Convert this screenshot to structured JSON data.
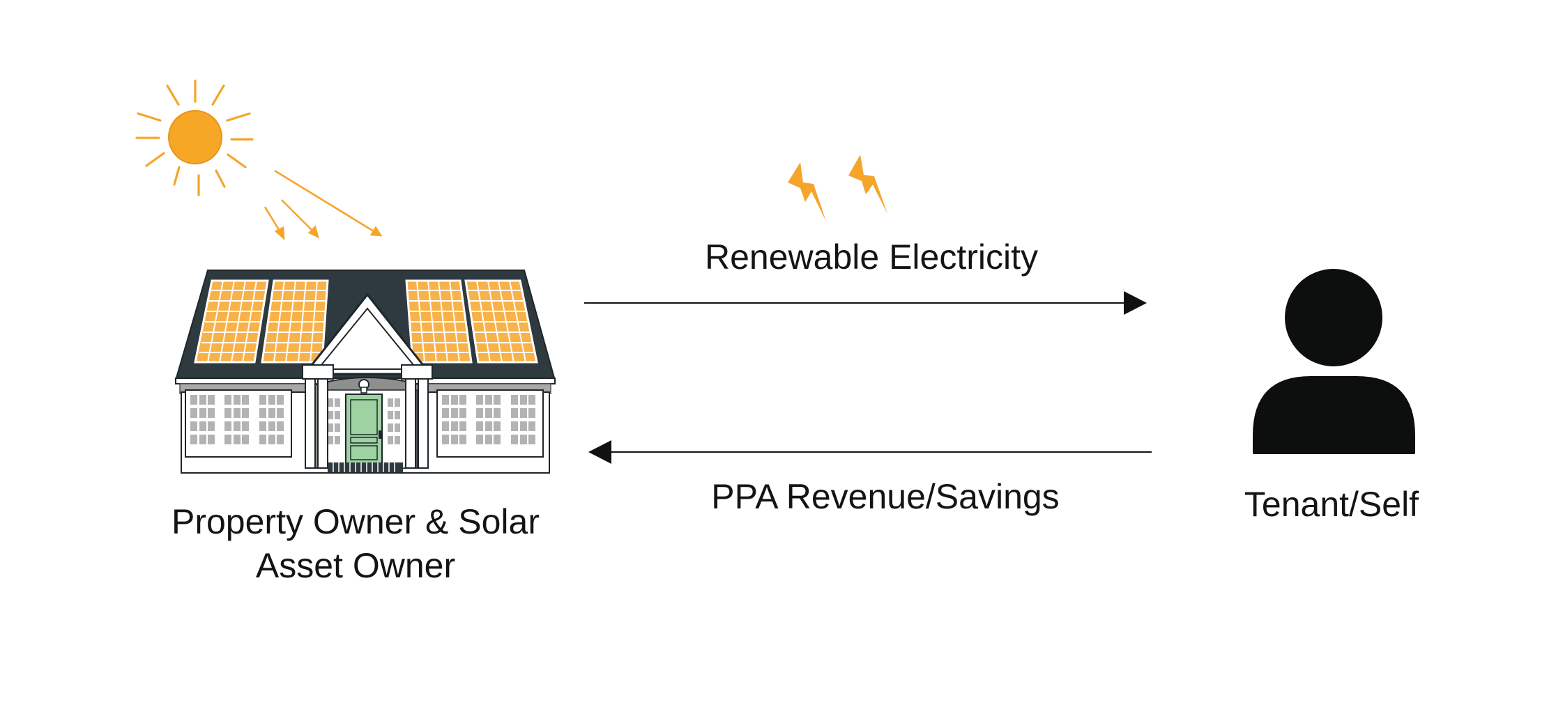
{
  "colors": {
    "sun": "#F5A52A",
    "roof": "#2E3A3F",
    "panel": "#F8B24A",
    "door": "#9FD2A3",
    "person": "#0D0F0F",
    "line": "#1A1A1A"
  },
  "icons": {
    "sun": "sun-icon",
    "house": "house-with-solar-panels-icon",
    "lightning": "lightning-bolt-icon",
    "person": "person-icon"
  },
  "labels": {
    "owner_line1": "Property Owner & Solar",
    "owner_line2": "Asset Owner",
    "renewable": "Renewable Electricity",
    "ppa": "PPA Revenue/Savings",
    "tenant": "Tenant/Self"
  }
}
